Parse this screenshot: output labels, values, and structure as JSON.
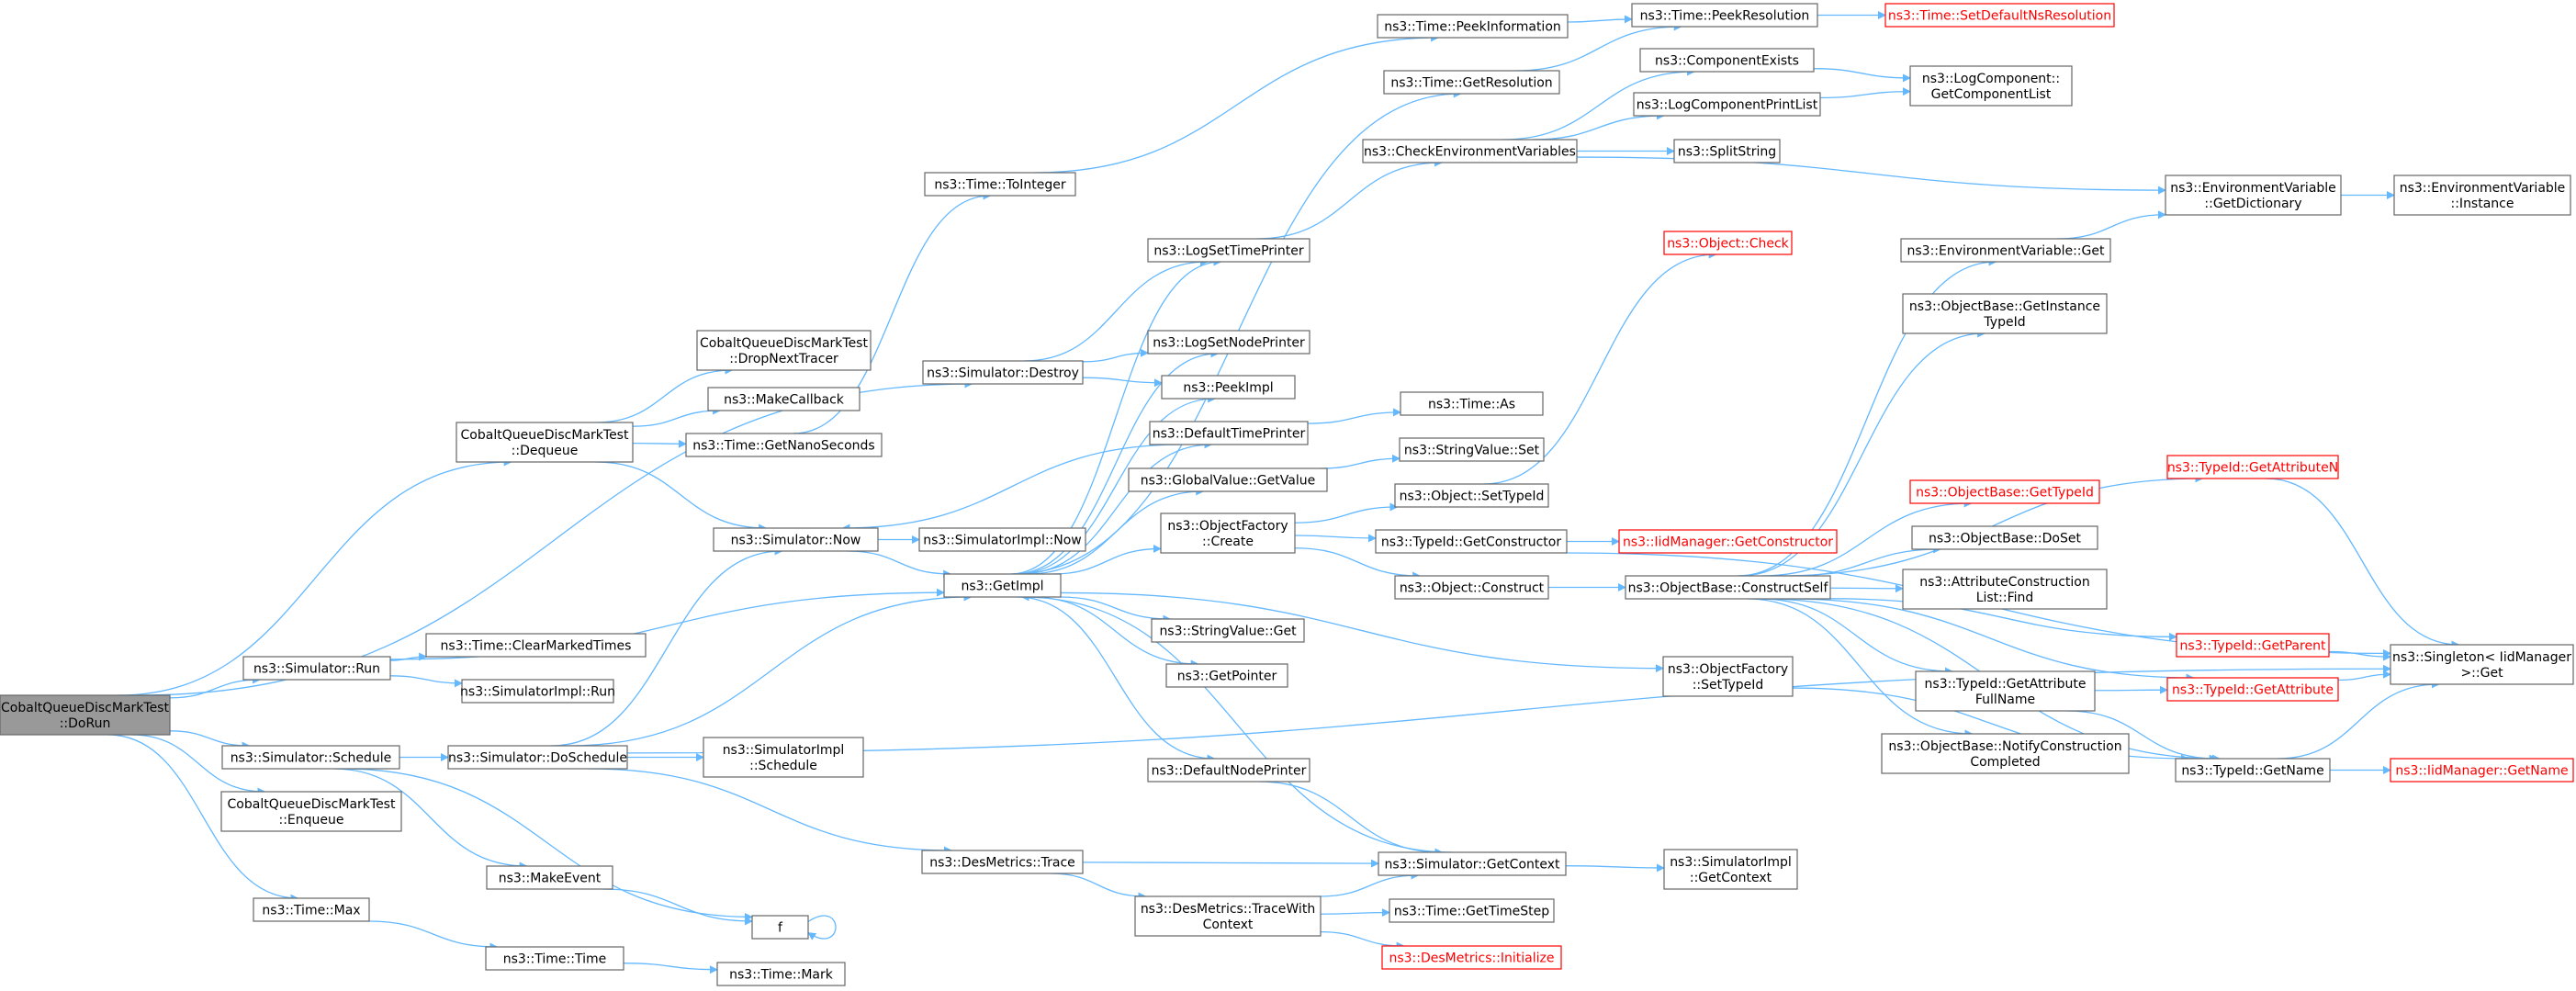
{
  "diagram": {
    "nodes": [
      {
        "id": "dorun",
        "lines": [
          "CobaltQueueDiscMarkTest",
          "::DoRun"
        ],
        "style": "root"
      },
      {
        "id": "dequeue",
        "lines": [
          "CobaltQueueDiscMarkTest",
          "::Dequeue"
        ]
      },
      {
        "id": "dropnext",
        "lines": [
          "CobaltQueueDiscMarkTest",
          "::DropNextTracer"
        ]
      },
      {
        "id": "makecb",
        "lines": [
          "ns3::MakeCallback"
        ]
      },
      {
        "id": "getnano",
        "lines": [
          "ns3::Time::GetNanoSeconds"
        ]
      },
      {
        "id": "tointeger",
        "lines": [
          "ns3::Time::ToInteger"
        ]
      },
      {
        "id": "peekinfo",
        "lines": [
          "ns3::Time::PeekInformation"
        ]
      },
      {
        "id": "peekres",
        "lines": [
          "ns3::Time::PeekResolution"
        ]
      },
      {
        "id": "setdefns",
        "lines": [
          "ns3::Time::SetDefaultNsResolution"
        ],
        "style": "red"
      },
      {
        "id": "getres",
        "lines": [
          "ns3::Time::GetResolution"
        ]
      },
      {
        "id": "simdestroy",
        "lines": [
          "ns3::Simulator::Destroy"
        ]
      },
      {
        "id": "logsettime",
        "lines": [
          "ns3::LogSetTimePrinter"
        ]
      },
      {
        "id": "logsetnode",
        "lines": [
          "ns3::LogSetNodePrinter"
        ]
      },
      {
        "id": "peekimpl",
        "lines": [
          "ns3::PeekImpl"
        ]
      },
      {
        "id": "deftime",
        "lines": [
          "ns3::DefaultTimePrinter"
        ]
      },
      {
        "id": "globget",
        "lines": [
          "ns3::GlobalValue::GetValue"
        ]
      },
      {
        "id": "objfcreate",
        "lines": [
          "ns3::ObjectFactory",
          "::Create"
        ]
      },
      {
        "id": "simnow",
        "lines": [
          "ns3::Simulator::Now"
        ]
      },
      {
        "id": "simimplnow",
        "lines": [
          "ns3::SimulatorImpl::Now"
        ]
      },
      {
        "id": "getimpl",
        "lines": [
          "ns3::GetImpl"
        ]
      },
      {
        "id": "strvalget",
        "lines": [
          "ns3::StringValue::Get"
        ]
      },
      {
        "id": "getpointer",
        "lines": [
          "ns3::GetPointer"
        ]
      },
      {
        "id": "defnode",
        "lines": [
          "ns3::DefaultNodePrinter"
        ]
      },
      {
        "id": "simrun",
        "lines": [
          "ns3::Simulator::Run"
        ]
      },
      {
        "id": "clearmarked",
        "lines": [
          "ns3::Time::ClearMarkedTimes"
        ]
      },
      {
        "id": "simimplrun",
        "lines": [
          "ns3::SimulatorImpl::Run"
        ]
      },
      {
        "id": "simsched",
        "lines": [
          "ns3::Simulator::Schedule"
        ]
      },
      {
        "id": "simdosched",
        "lines": [
          "ns3::Simulator::DoSchedule"
        ]
      },
      {
        "id": "simimplsched",
        "lines": [
          "ns3::SimulatorImpl",
          "::Schedule"
        ]
      },
      {
        "id": "enqueue",
        "lines": [
          "CobaltQueueDiscMarkTest",
          "::Enqueue"
        ]
      },
      {
        "id": "makeevent",
        "lines": [
          "ns3::MakeEvent"
        ]
      },
      {
        "id": "f",
        "lines": [
          "f"
        ]
      },
      {
        "id": "timemax",
        "lines": [
          "ns3::Time::Max"
        ]
      },
      {
        "id": "timetime",
        "lines": [
          "ns3::Time::Time"
        ]
      },
      {
        "id": "timemark",
        "lines": [
          "ns3::Time::Mark"
        ]
      },
      {
        "id": "destrace",
        "lines": [
          "ns3::DesMetrics::Trace"
        ]
      },
      {
        "id": "destracewith",
        "lines": [
          "ns3::DesMetrics::TraceWith",
          "Context"
        ]
      },
      {
        "id": "gettimestep",
        "lines": [
          "ns3::Time::GetTimeStep"
        ]
      },
      {
        "id": "desinit",
        "lines": [
          "ns3::DesMetrics::Initialize"
        ],
        "style": "red"
      },
      {
        "id": "simgetctx",
        "lines": [
          "ns3::Simulator::GetContext"
        ]
      },
      {
        "id": "simimplgetctx",
        "lines": [
          "ns3::SimulatorImpl",
          "::GetContext"
        ]
      },
      {
        "id": "checkenv",
        "lines": [
          "ns3::CheckEnvironmentVariables"
        ]
      },
      {
        "id": "compexists",
        "lines": [
          "ns3::ComponentExists"
        ]
      },
      {
        "id": "logcomplist",
        "lines": [
          "ns3::LogComponentPrintList"
        ]
      },
      {
        "id": "splitstring",
        "lines": [
          "ns3::SplitString"
        ]
      },
      {
        "id": "getcomplist",
        "lines": [
          "ns3::LogComponent::",
          "GetComponentList"
        ]
      },
      {
        "id": "envgetdict",
        "lines": [
          "ns3::EnvironmentVariable",
          "::GetDictionary"
        ]
      },
      {
        "id": "envinstance",
        "lines": [
          "ns3::EnvironmentVariable",
          "::Instance"
        ]
      },
      {
        "id": "timeas",
        "lines": [
          "ns3::Time::As"
        ]
      },
      {
        "id": "strvalset",
        "lines": [
          "ns3::StringValue::Set"
        ]
      },
      {
        "id": "objsettypeid",
        "lines": [
          "ns3::Object::SetTypeId"
        ]
      },
      {
        "id": "objcheck",
        "lines": [
          "ns3::Object::Check"
        ],
        "style": "red"
      },
      {
        "id": "typeidgetctor",
        "lines": [
          "ns3::TypeId::GetConstructor"
        ]
      },
      {
        "id": "iidgetctor",
        "lines": [
          "ns3::IidManager::GetConstructor"
        ],
        "style": "red"
      },
      {
        "id": "objconstruct",
        "lines": [
          "ns3::Object::Construct"
        ]
      },
      {
        "id": "objbaseconstruct",
        "lines": [
          "ns3::ObjectBase::ConstructSelf"
        ]
      },
      {
        "id": "envget",
        "lines": [
          "ns3::EnvironmentVariable::Get"
        ]
      },
      {
        "id": "getinsttypeid",
        "lines": [
          "ns3::ObjectBase::GetInstance",
          "TypeId"
        ]
      },
      {
        "id": "gettypeid",
        "lines": [
          "ns3::ObjectBase::GetTypeId"
        ],
        "style": "red"
      },
      {
        "id": "doset",
        "lines": [
          "ns3::ObjectBase::DoSet"
        ]
      },
      {
        "id": "attrfind",
        "lines": [
          "ns3::AttributeConstruction",
          "List::Find"
        ]
      },
      {
        "id": "getattrn",
        "lines": [
          "ns3::TypeId::GetAttributeN"
        ],
        "style": "red"
      },
      {
        "id": "getparent",
        "lines": [
          "ns3::TypeId::GetParent"
        ],
        "style": "red"
      },
      {
        "id": "singleton",
        "lines": [
          "ns3::Singleton< IidManager",
          ">::Get"
        ]
      },
      {
        "id": "objfsettypeid",
        "lines": [
          "ns3::ObjectFactory",
          "::SetTypeId"
        ]
      },
      {
        "id": "getattrfull",
        "lines": [
          "ns3::TypeId::GetAttribute",
          "FullName"
        ]
      },
      {
        "id": "getattr",
        "lines": [
          "ns3::TypeId::GetAttribute"
        ],
        "style": "red"
      },
      {
        "id": "notifyctor",
        "lines": [
          "ns3::ObjectBase::NotifyConstruction",
          "Completed"
        ]
      },
      {
        "id": "typeidgetname",
        "lines": [
          "ns3::TypeId::GetName"
        ]
      },
      {
        "id": "iidgetname",
        "lines": [
          "ns3::IidManager::GetName"
        ],
        "style": "red"
      }
    ],
    "edges": [
      [
        "dorun",
        "dequeue"
      ],
      [
        "dorun",
        "simdestroy"
      ],
      [
        "dorun",
        "simrun"
      ],
      [
        "dorun",
        "simsched"
      ],
      [
        "dorun",
        "enqueue"
      ],
      [
        "dorun",
        "timemax"
      ],
      [
        "dequeue",
        "dropnext"
      ],
      [
        "dequeue",
        "makecb"
      ],
      [
        "dequeue",
        "getnano"
      ],
      [
        "dequeue",
        "simnow"
      ],
      [
        "getnano",
        "tointeger"
      ],
      [
        "tointeger",
        "peekinfo"
      ],
      [
        "peekinfo",
        "peekres"
      ],
      [
        "peekres",
        "setdefns"
      ],
      [
        "getres",
        "peekres"
      ],
      [
        "simdestroy",
        "logsettime"
      ],
      [
        "simdestroy",
        "logsetnode"
      ],
      [
        "simdestroy",
        "peekimpl"
      ],
      [
        "simnow",
        "simimplnow"
      ],
      [
        "simnow",
        "getimpl"
      ],
      [
        "getimpl",
        "logsettime"
      ],
      [
        "getimpl",
        "logsetnode"
      ],
      [
        "getimpl",
        "peekimpl"
      ],
      [
        "getimpl",
        "deftime"
      ],
      [
        "getimpl",
        "globget"
      ],
      [
        "getimpl",
        "objfcreate"
      ],
      [
        "getimpl",
        "strvalget"
      ],
      [
        "getimpl",
        "getpointer"
      ],
      [
        "getimpl",
        "defnode"
      ],
      [
        "getimpl",
        "objfsettypeid"
      ],
      [
        "getimpl",
        "getres"
      ],
      [
        "deftime",
        "simnow"
      ],
      [
        "deftime",
        "timeas"
      ],
      [
        "logsettime",
        "checkenv"
      ],
      [
        "checkenv",
        "compexists"
      ],
      [
        "checkenv",
        "logcomplist"
      ],
      [
        "checkenv",
        "splitstring"
      ],
      [
        "checkenv",
        "envgetdict"
      ],
      [
        "compexists",
        "getcomplist"
      ],
      [
        "logcomplist",
        "getcomplist"
      ],
      [
        "envgetdict",
        "envinstance"
      ],
      [
        "globget",
        "strvalset"
      ],
      [
        "objfcreate",
        "objsettypeid"
      ],
      [
        "objfcreate",
        "typeidgetctor"
      ],
      [
        "objfcreate",
        "objconstruct"
      ],
      [
        "objsettypeid",
        "objcheck"
      ],
      [
        "typeidgetctor",
        "iidgetctor"
      ],
      [
        "typeidgetctor",
        "singleton"
      ],
      [
        "objconstruct",
        "objbaseconstruct"
      ],
      [
        "objbaseconstruct",
        "envget"
      ],
      [
        "objbaseconstruct",
        "getinsttypeid"
      ],
      [
        "objbaseconstruct",
        "gettypeid"
      ],
      [
        "objbaseconstruct",
        "doset"
      ],
      [
        "objbaseconstruct",
        "attrfind"
      ],
      [
        "objbaseconstruct",
        "getattrn"
      ],
      [
        "objbaseconstruct",
        "getparent"
      ],
      [
        "objbaseconstruct",
        "getattrfull"
      ],
      [
        "objbaseconstruct",
        "getattr"
      ],
      [
        "objbaseconstruct",
        "notifyctor"
      ],
      [
        "objbaseconstruct",
        "typeidgetname"
      ],
      [
        "envget",
        "envgetdict"
      ],
      [
        "getattrn",
        "singleton"
      ],
      [
        "getparent",
        "singleton"
      ],
      [
        "getattr",
        "singleton"
      ],
      [
        "getattrfull",
        "getattr"
      ],
      [
        "getattrfull",
        "typeidgetname"
      ],
      [
        "typeidgetname",
        "singleton"
      ],
      [
        "typeidgetname",
        "iidgetname"
      ],
      [
        "objfsettypeid",
        "typeidgetname"
      ],
      [
        "simrun",
        "clearmarked"
      ],
      [
        "simrun",
        "simimplrun"
      ],
      [
        "simrun",
        "getimpl"
      ],
      [
        "simsched",
        "simdosched"
      ],
      [
        "simsched",
        "makeevent"
      ],
      [
        "simsched",
        "f"
      ],
      [
        "simdosched",
        "simimplsched"
      ],
      [
        "simdosched",
        "simnow"
      ],
      [
        "simdosched",
        "getimpl"
      ],
      [
        "simdosched",
        "destrace"
      ],
      [
        "simdosched",
        "singleton"
      ],
      [
        "makeevent",
        "f"
      ],
      [
        "f",
        "f"
      ],
      [
        "defnode",
        "simgetctx"
      ],
      [
        "destrace",
        "simgetctx"
      ],
      [
        "destrace",
        "destracewith"
      ],
      [
        "destracewith",
        "simgetctx"
      ],
      [
        "destracewith",
        "gettimestep"
      ],
      [
        "destracewith",
        "desinit"
      ],
      [
        "simgetctx",
        "simimplgetctx"
      ],
      [
        "simgetctx",
        "getimpl"
      ],
      [
        "timemax",
        "timetime"
      ],
      [
        "timetime",
        "timemark"
      ]
    ]
  }
}
